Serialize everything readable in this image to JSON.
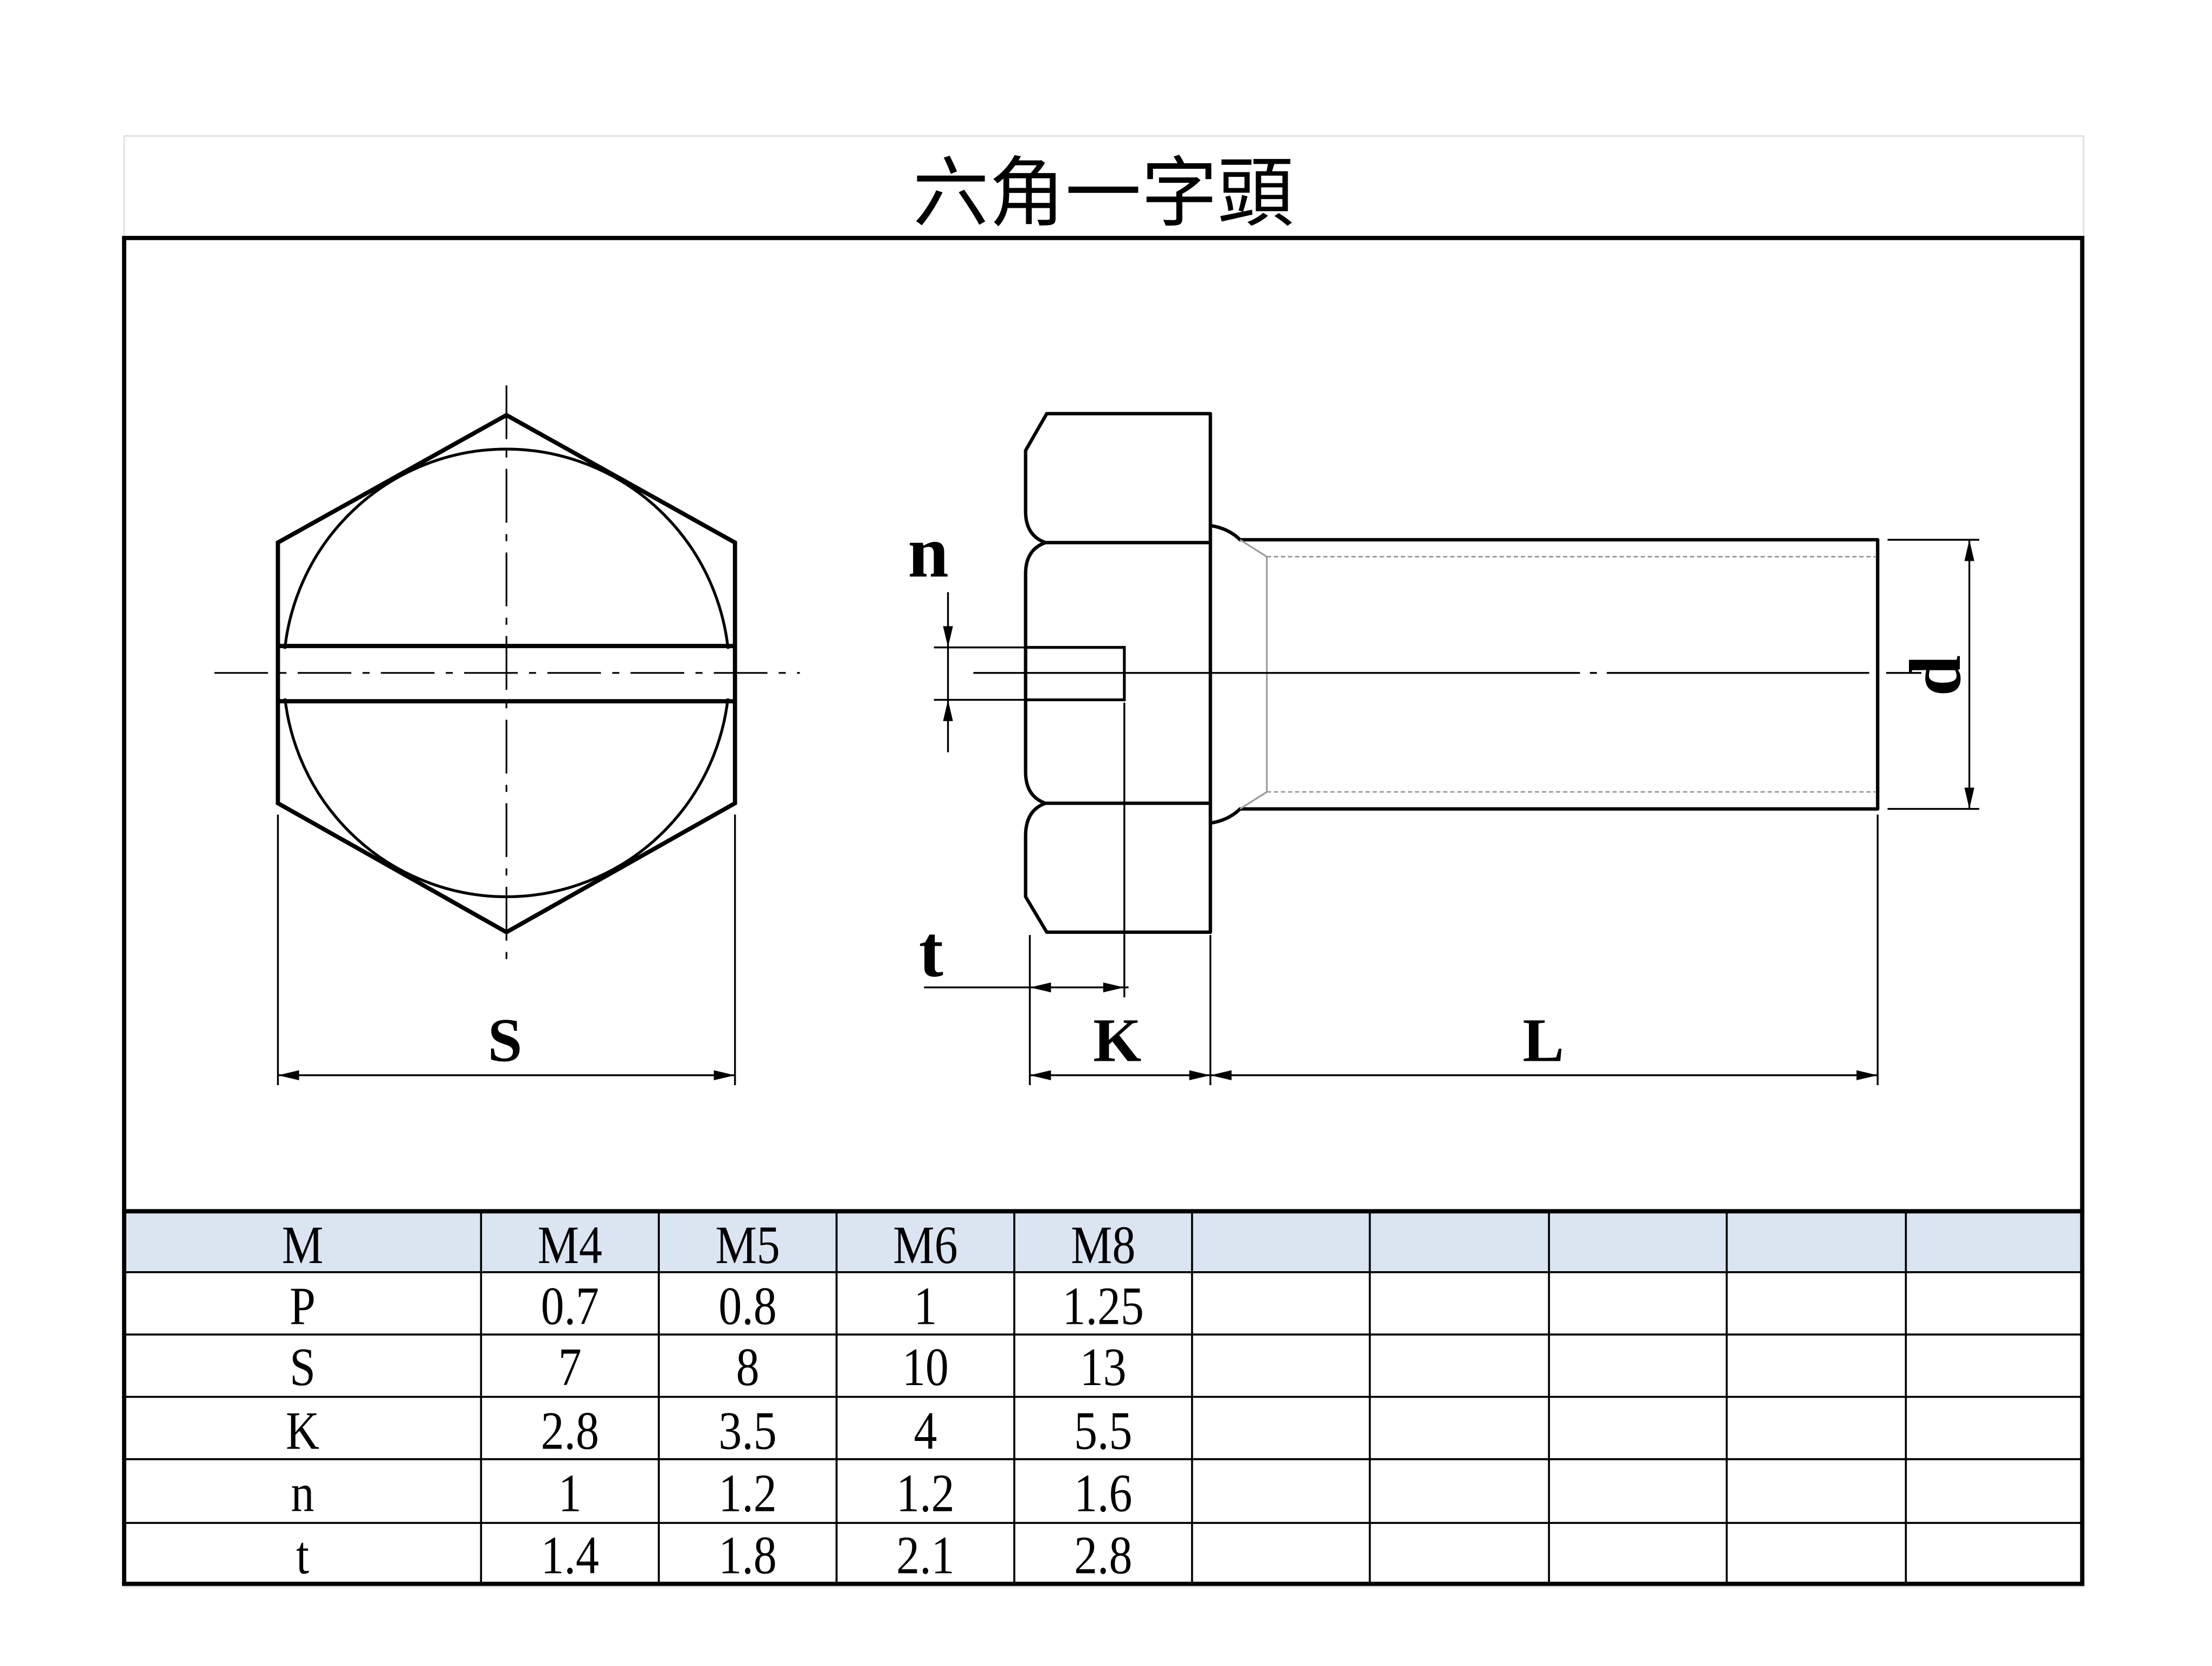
{
  "title": "六角一字頭",
  "drawing": {
    "labels": {
      "s": "S",
      "k": "K",
      "l": "L",
      "n": "n",
      "t": "t",
      "d": "d"
    }
  },
  "table": {
    "header": {
      "label": "M",
      "sizes": [
        "M4",
        "M5",
        "M6",
        "M8"
      ]
    },
    "rows": [
      {
        "label": "P",
        "values": [
          "0.7",
          "0.8",
          "1",
          "1.25"
        ]
      },
      {
        "label": "S",
        "values": [
          "7",
          "8",
          "10",
          "13"
        ]
      },
      {
        "label": "K",
        "values": [
          "2.8",
          "3.5",
          "4",
          "5.5"
        ]
      },
      {
        "label": "n",
        "values": [
          "1",
          "1.2",
          "1.2",
          "1.6"
        ]
      },
      {
        "label": "t",
        "values": [
          "1.4",
          "1.8",
          "2.1",
          "2.8"
        ]
      }
    ]
  },
  "colors": {
    "line": "#000000",
    "header_background": "#dbe5f1",
    "frame": "#e2e2e2",
    "thread_line": "#9a9a9a"
  }
}
